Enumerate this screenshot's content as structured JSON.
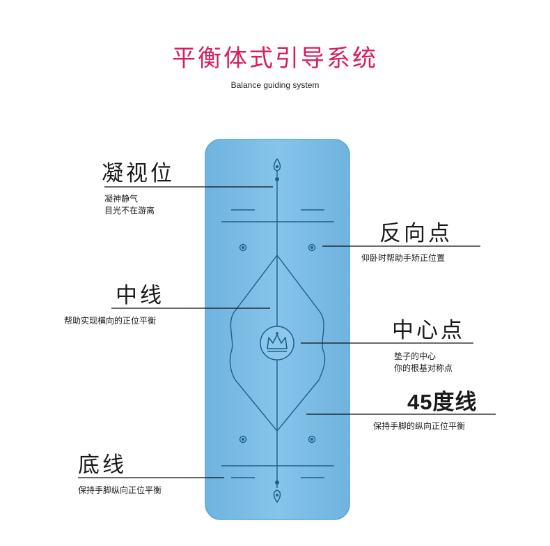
{
  "title": "平衡体式引导系统",
  "subtitle": "Balance guiding system",
  "colors": {
    "title": "#d81e5b",
    "mat_fill": "#7fbfe6",
    "mat_edge": "#5aa6d8",
    "line": "#1e5f8a",
    "leader": "#111111"
  },
  "annotations": [
    {
      "id": "gaze",
      "label": "凝视位",
      "lines": [
        "凝神静气",
        "目光不在游离"
      ]
    },
    {
      "id": "reverse",
      "label": "反向点",
      "lines": [
        "仰卧时帮助手矫正位置"
      ]
    },
    {
      "id": "midline",
      "label": "中线",
      "lines": [
        "帮助实现横向的正位平衡"
      ]
    },
    {
      "id": "center",
      "label": "中心点",
      "lines": [
        "垫子的中心",
        "你的根基对称点"
      ]
    },
    {
      "id": "line45",
      "label": "45度线",
      "lines": [
        "保持手脚的纵向正位平衡"
      ]
    },
    {
      "id": "bottom",
      "label": "底线",
      "lines": [
        "保持手脚纵向正位平衡"
      ]
    }
  ]
}
